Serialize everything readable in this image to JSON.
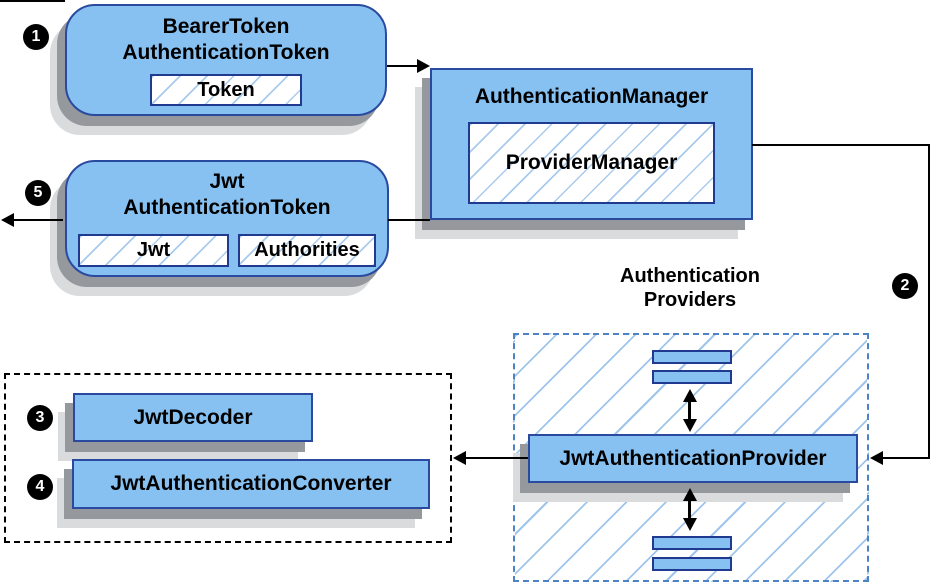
{
  "colors": {
    "node_fill": "#86C1F2",
    "node_border": "#2A4AA0",
    "chip_border": "#1F3A8F",
    "hatch_line": "#A9CBEE",
    "providers_dash_border": "#4D82C3",
    "decoder_dash_border": "#000000",
    "arrow": "#000000",
    "badge_bg": "#000000",
    "badge_text": "#FFFFFF",
    "shadow_dark": "#95999E",
    "shadow_light": "#D9DBDD"
  },
  "badges": {
    "step1": "1",
    "step2": "2",
    "step3": "3",
    "step4": "4",
    "step5": "5"
  },
  "nodes": {
    "bearer_token": {
      "title_line1": "BearerToken",
      "title_line2": "AuthenticationToken",
      "chip_token": "Token"
    },
    "authentication_manager": {
      "title": "AuthenticationManager",
      "chip_provider_manager": "ProviderManager"
    },
    "jwt_authentication_token": {
      "title_line1": "Jwt",
      "title_line2": "AuthenticationToken",
      "chip_jwt": "Jwt",
      "chip_authorities": "Authorities"
    },
    "authentication_providers": {
      "label_line1": "Authentication",
      "label_line2": "Providers"
    },
    "jwt_authentication_provider": {
      "title": "JwtAuthenticationProvider"
    },
    "jwt_decoder": {
      "title": "JwtDecoder"
    },
    "jwt_authentication_converter": {
      "title": "JwtAuthenticationConverter"
    }
  }
}
